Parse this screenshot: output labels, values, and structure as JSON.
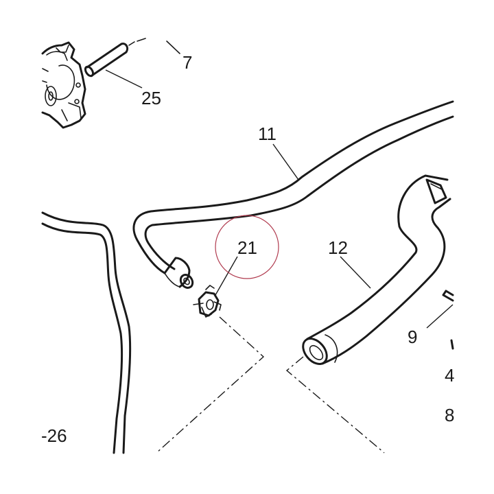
{
  "parts": {
    "p7": {
      "label": "7"
    },
    "p25": {
      "label": "25"
    },
    "p11": {
      "label": "11"
    },
    "p21": {
      "label": "21"
    },
    "p12": {
      "label": "12"
    },
    "p9": {
      "label": "9"
    },
    "p26": {
      "label": "-26"
    },
    "p4": {
      "label": "4"
    },
    "p8": {
      "label": "8"
    }
  },
  "colors": {
    "line": "#1a1a1a",
    "highlight_circle": "#b03a4e",
    "background": "#ffffff"
  }
}
